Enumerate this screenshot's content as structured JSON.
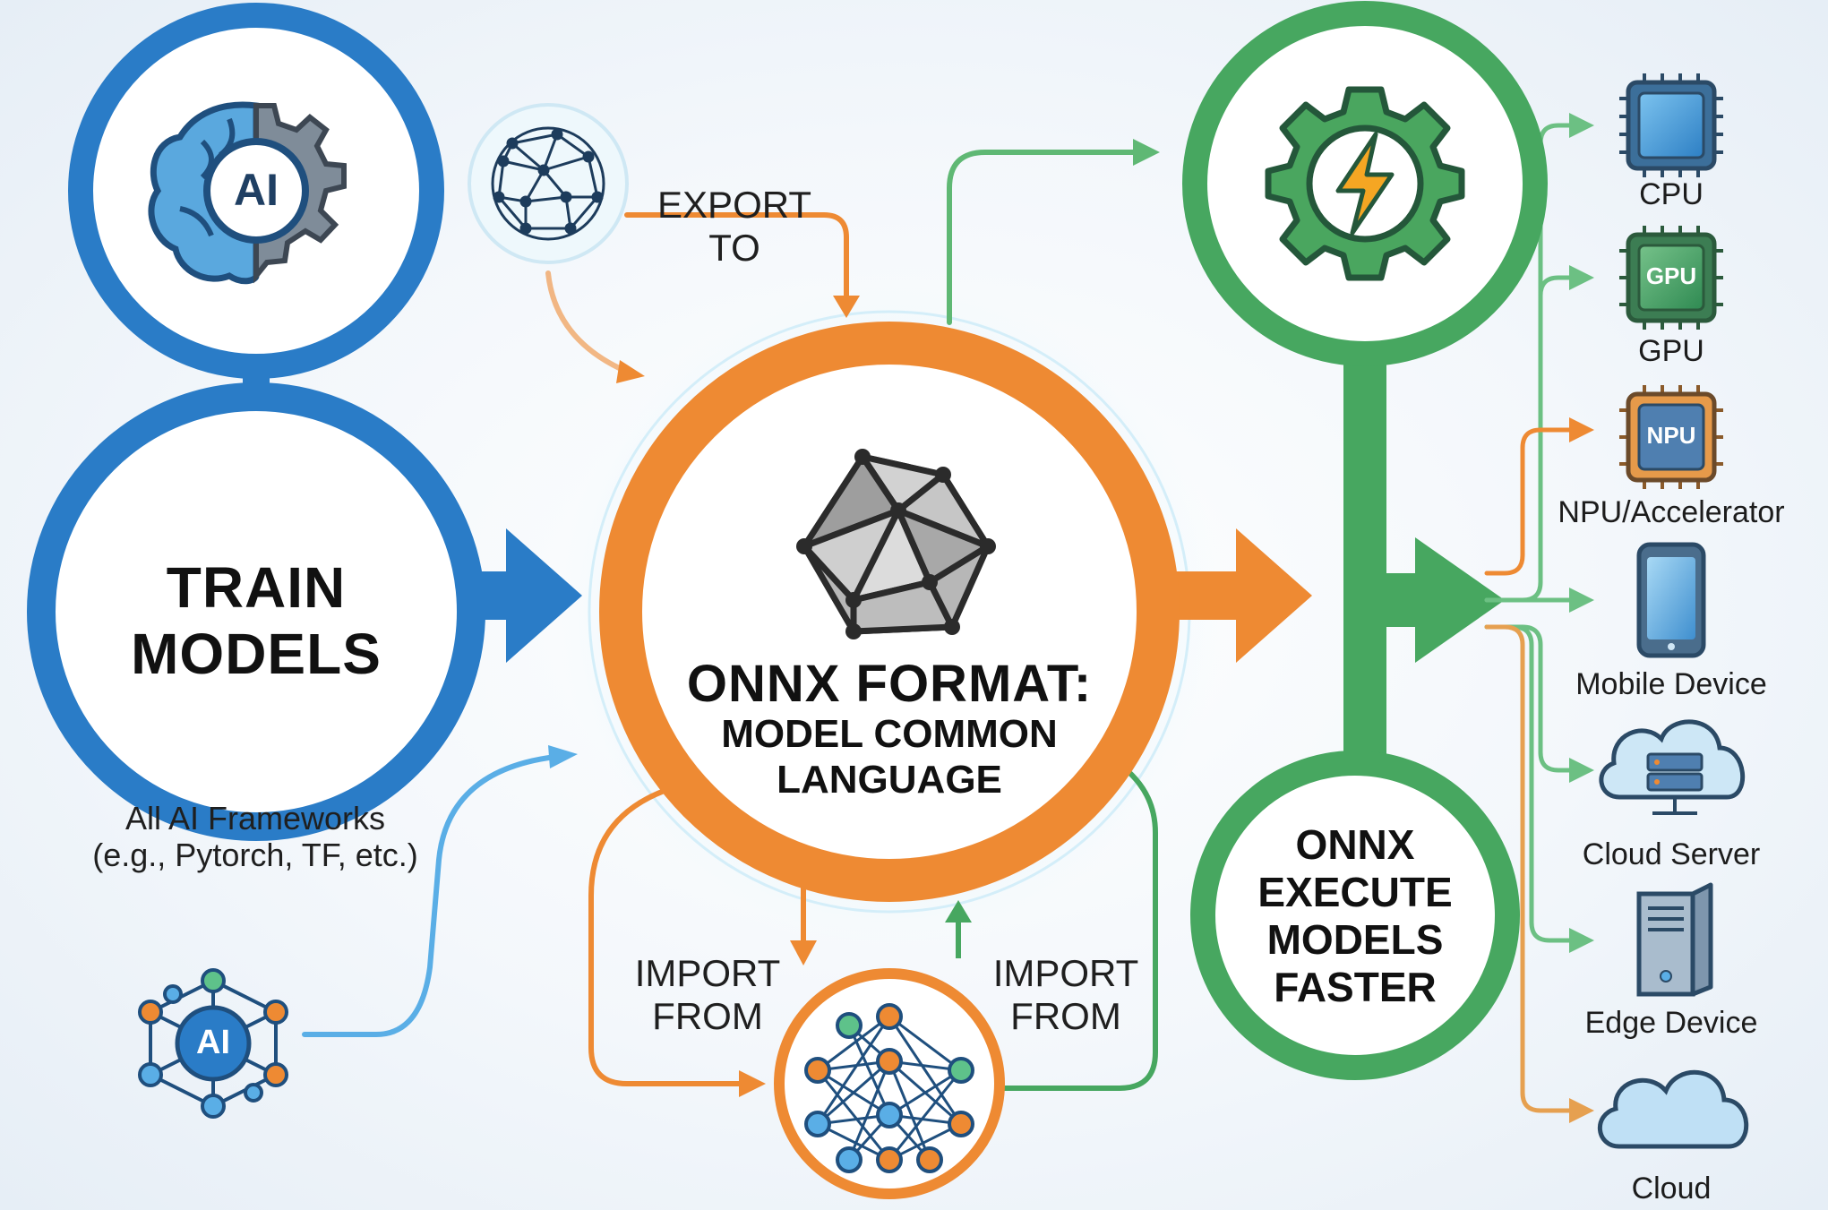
{
  "colors": {
    "blue": "#2a7cc7",
    "orange": "#ee8a33",
    "green": "#47a760",
    "light_blue": "#5aaee6"
  },
  "train": {
    "icon": "brain-gear-ai-icon",
    "icon_text": "AI",
    "title_line1": "TRAIN",
    "title_line2": "MODELS",
    "sub_line1": "All AI Frameworks",
    "sub_line2": "(e.g., Pytorch, TF, etc.)",
    "bottom_icon": "ai-network-icon",
    "bottom_icon_text": "AI"
  },
  "export": {
    "icon": "sphere-network-icon",
    "line1": "EXPORT",
    "line2": "TO"
  },
  "onnx": {
    "icon": "polyhedron-icon",
    "title": "ONNX FORMAT:",
    "sub_line1": "MODEL COMMON",
    "sub_line2": "LANGUAGE"
  },
  "import_left": {
    "line1": "IMPORT",
    "line2": "FROM"
  },
  "import_right": {
    "line1": "IMPORT",
    "line2": "FROM"
  },
  "neural_net_icon": "neural-network-icon",
  "execute": {
    "icon": "gear-lightning-icon",
    "line1": "ONNX",
    "line2": "EXECUTE",
    "line3": "MODELS",
    "line4": "FASTER"
  },
  "targets": [
    {
      "label": "CPU",
      "icon": "cpu-chip-icon",
      "chip_text": ""
    },
    {
      "label": "GPU",
      "icon": "gpu-chip-icon",
      "chip_text": "GPU"
    },
    {
      "label": "NPU/Accelerator",
      "icon": "npu-chip-icon",
      "chip_text": "NPU"
    },
    {
      "label": "Mobile Device",
      "icon": "mobile-device-icon",
      "chip_text": ""
    },
    {
      "label": "Cloud Server",
      "icon": "cloud-server-icon",
      "chip_text": ""
    },
    {
      "label": "Edge Device",
      "icon": "edge-device-icon",
      "chip_text": ""
    },
    {
      "label": "Cloud",
      "icon": "cloud-icon",
      "chip_text": ""
    }
  ]
}
